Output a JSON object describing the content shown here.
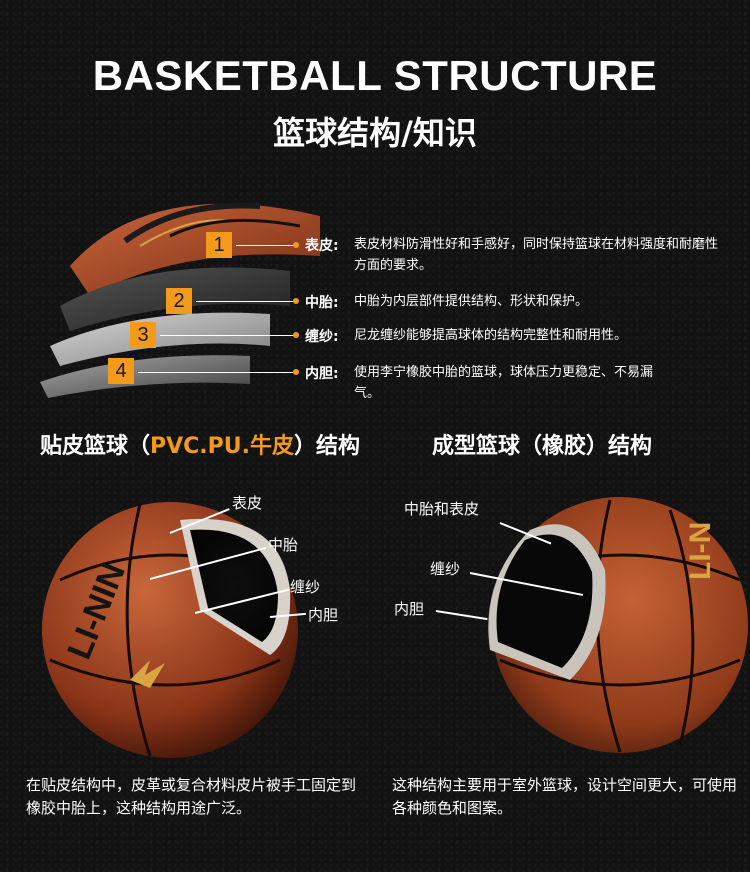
{
  "title_en": "BASKETBALL STRUCTURE",
  "title_cn": "篮球结构/知识",
  "layers": [
    {
      "num": "1",
      "label": "表皮:",
      "desc": "表皮材料防滑性好和手感好，同时保持篮球在材料强度和耐磨性方面的要求。"
    },
    {
      "num": "2",
      "label": "中胎:",
      "desc": "中胎为内层部件提供结构、形状和保护。"
    },
    {
      "num": "3",
      "label": "缠纱:",
      "desc": "尼龙缠纱能够提高球体的结构完整性和耐用性。"
    },
    {
      "num": "4",
      "label": "内胆:",
      "desc": "使用李宁橡胶中胎的篮球，球体压力更稳定、不易漏气。"
    }
  ],
  "left_section": {
    "title_prefix": "贴皮篮球（",
    "title_accent": "PVC.PU.牛皮",
    "title_suffix": "）结构",
    "callouts": [
      "表皮",
      "中胎",
      "缠纱",
      "内胆"
    ],
    "description": "在贴皮结构中，皮革或复合材料皮片被手工固定到橡胶中胎上，这种结构用途广泛。"
  },
  "right_section": {
    "title": "成型篮球（橡胶）结构",
    "callouts": [
      "中胎和表皮",
      "缠纱",
      "内胆"
    ],
    "description": "这种结构主要用于室外篮球，设计空间更大，可使用各种颜色和图案。"
  },
  "colors": {
    "accent": "#f39a1a",
    "background": "#121212",
    "ball": "#b4502a"
  }
}
